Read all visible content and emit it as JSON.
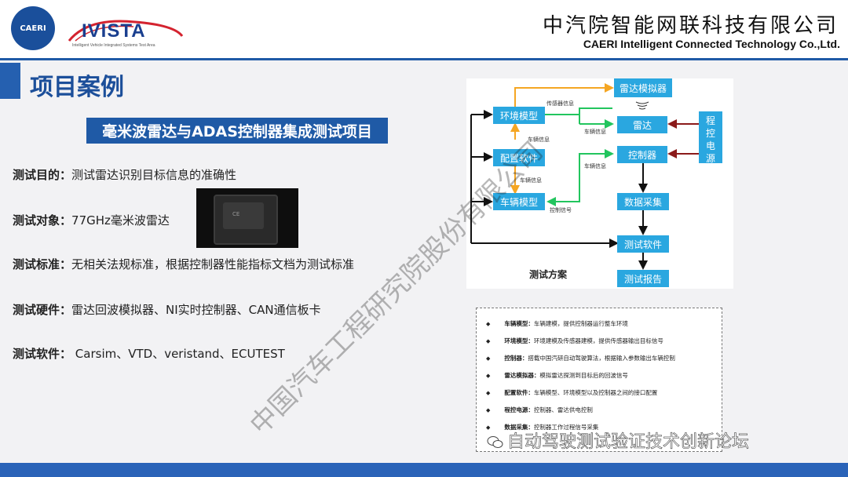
{
  "header": {
    "seal_text": "CAERI",
    "logo_text": "IVISTA",
    "logo_sub": "Intelligent Vehicle Integrated Systems Test Area",
    "company_cn": "中汽院智能网联科技有限公司",
    "company_en": "CAERI Intelligent Connected Technology Co.,Ltd."
  },
  "page": {
    "title": "项目案例",
    "project_title": "毫米波雷达与ADAS控制器集成测试项目"
  },
  "info": [
    {
      "label": "测试目的",
      "sep": "：",
      "value": "测试雷达识别目标信息的准确性"
    },
    {
      "label": "测试对象",
      "sep": "：",
      "value": "77GHz毫米波雷达"
    },
    {
      "label": "测试标准",
      "sep": "：",
      "value": "无相关法规标准，根据控制器性能指标文档为测试标准"
    },
    {
      "label": "测试硬件",
      "sep": "：",
      "value": "雷达回波模拟器、NI实时控制器、CAN通信板卡"
    },
    {
      "label": "测试软件",
      "sep": "：",
      "value": " Carsim、VTD、veristand、ECUTEST"
    }
  ],
  "photo": {
    "mark": "CE"
  },
  "diagram": {
    "caption": "测试方案",
    "nodes": {
      "env_model": "环境模型",
      "config_sw": "配置软件",
      "vehicle_model": "车辆模型",
      "radar_sim": "雷达模拟器",
      "radar": "雷达",
      "controller": "控制器",
      "data_acq": "数据采集",
      "test_sw": "测试软件",
      "test_report": "测试报告",
      "power_supply": [
        "程",
        "控",
        "电",
        "源"
      ]
    },
    "labels": {
      "sensor_signal": "传感器信息",
      "vehicle_info_1": "车辆信息",
      "vehicle_info_2": "车辆信息",
      "vehicle_info_3": "车辆信息",
      "vehicle_info_4": "车辆信息",
      "control_signal": "控制信号"
    }
  },
  "legend": [
    {
      "label": "车辆模型：",
      "text": "车辆建模，提供控制器运行整车环境"
    },
    {
      "label": "环境模型：",
      "text": "环境建模及传感器建模，提供传感器输出目标信号"
    },
    {
      "label": "控制器：",
      "text": "搭载中国汽研自动驾驶算法，根据输入参数输出车辆控制"
    },
    {
      "label": "雷达模拟器：",
      "text": "模拟雷达探测到目标后的回波信号"
    },
    {
      "label": "配置软件：",
      "text": "车辆模型、环境模型以及控制器之间的接口配置"
    },
    {
      "label": "程控电源：",
      "text": "控制器、雷达供电控制"
    },
    {
      "label": "数据采集：",
      "text": "控制器工作过程信号采集"
    }
  ],
  "watermark": "中国汽车工程研究院股份有限公司",
  "wechat_text": "自动驾驶测试验证技术创新论坛",
  "colors": {
    "brand_blue": "#1f5aa6",
    "node_blue": "#2aa7e0",
    "arrow_orange": "#f5a623",
    "arrow_green": "#22c55e",
    "supply_red": "#8b1a1a"
  }
}
